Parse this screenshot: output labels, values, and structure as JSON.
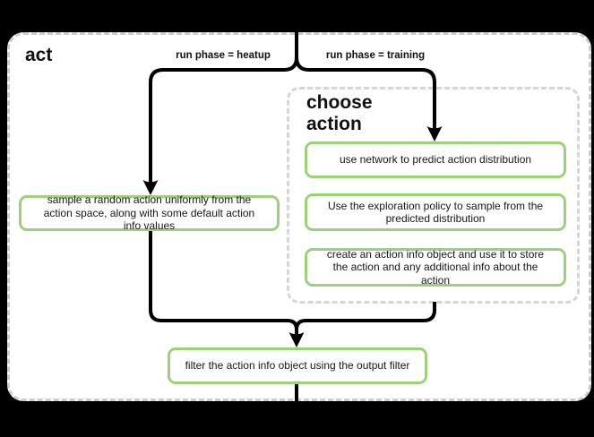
{
  "diagram": {
    "title": "act",
    "edge_labels": {
      "heatup": "run phase = heatup",
      "training": "run phase = training"
    },
    "choose_action": {
      "title": "choose action",
      "steps": {
        "predict": "use network to predict action distribution",
        "explore": "Use the exploration policy to sample from the predicted distribution",
        "create_info": "create an action info object and use it to store the action and any additional info about the action"
      }
    },
    "heatup_step": "sample a random action uniformly from the action space, along with some default action info values",
    "output_step": "filter the action info object using the output filter"
  },
  "colors": {
    "background": "#000000",
    "panel_fill": "#ffffff",
    "container_border": "#cdcdcd",
    "subcontainer_border": "#d6d6d6",
    "node_border": "#9ed07c",
    "node_fill": "#ffffff",
    "connector": "#000000",
    "text": "#161616"
  }
}
